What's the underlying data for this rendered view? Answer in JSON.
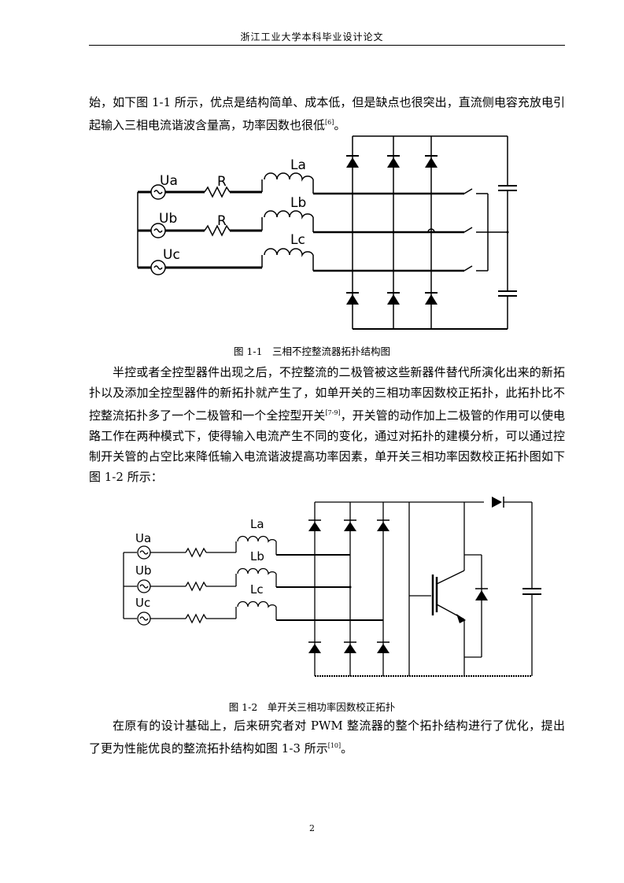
{
  "header": {
    "title": "浙江工业大学本科毕业设计论文"
  },
  "para1": {
    "text": "始，如下图 1-1 所示，优点是结构简单、成本低，但是缺点也很突出，直流侧电容充放电引起输入三相电流谐波含量高，功率因数也很低",
    "ref": "[6]",
    "end": "。"
  },
  "fig1": {
    "labels": {
      "ua": "Ua",
      "ub": "Ub",
      "uc": "Uc",
      "r1": "R",
      "r2": "R",
      "la": "La",
      "lb": "Lb",
      "lc": "Lc"
    },
    "caption": "图 1-1　三相不控整流器拓扑结构图"
  },
  "para2": {
    "text_a": "半控或者全控型器件出现之后，不控整流的二极管被这些新器件替代所演化出来的新拓扑以及添加全控型器件的新拓扑就产生了，如单开关的三相功率因数校正拓扑，此拓扑比不控整流拓扑多了一个二极管和一个全控型开关",
    "ref": "[7-9]",
    "text_b": "，开关管的动作加上二极管的作用可以使电路工作在两种模式下，使得输入电流产生不同的变化，通过对拓扑的建模分析，可以通过控制开关管的占空比来降低输入电流谐波提高功率因素，单开关三相功率因数校正拓扑图如下图 1-2 所示："
  },
  "fig2": {
    "labels": {
      "ua": "Ua",
      "ub": "Ub",
      "uc": "Uc",
      "la": "La",
      "lb": "Lb",
      "lc": "Lc"
    },
    "caption": "图 1-2　单开关三相功率因数校正拓扑"
  },
  "para3": {
    "text": "在原有的设计基础上，后来研究者对 PWM 整流器的整个拓扑结构进行了优化，提出了更为性能优良的整流拓扑结构如图 1-3 所示",
    "ref": "[10]",
    "end": "。"
  },
  "page_number": "2"
}
